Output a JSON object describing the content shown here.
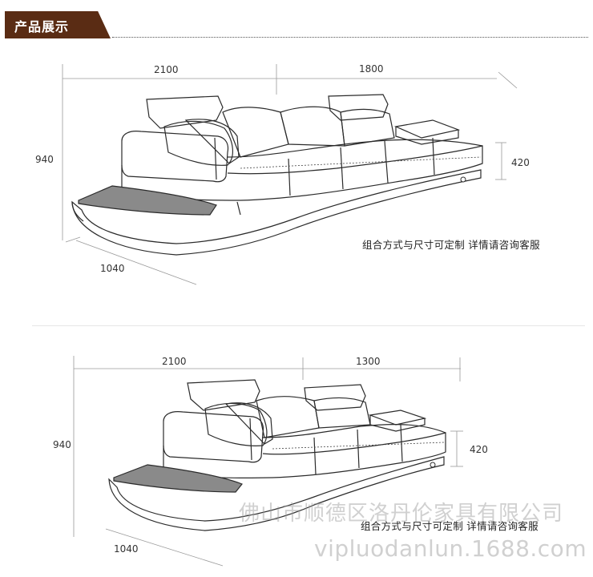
{
  "header": {
    "title": "产品展示"
  },
  "sofa1": {
    "dim_width_left": "2100",
    "dim_width_right": "1800",
    "dim_height": "940",
    "dim_seat": "420",
    "dim_depth": "1040",
    "note": "组合方式与尺寸可定制 详情请咨询客服"
  },
  "sofa2": {
    "dim_width_left": "2100",
    "dim_width_right": "1300",
    "dim_height": "940",
    "dim_seat": "420",
    "dim_depth": "1040",
    "note": "组合方式与尺寸可定制 详情请咨询客服"
  },
  "watermark": {
    "company": "佛山市顺德区洛丹伦家具有限公司",
    "site": "vipluodanlun.1688.com"
  }
}
